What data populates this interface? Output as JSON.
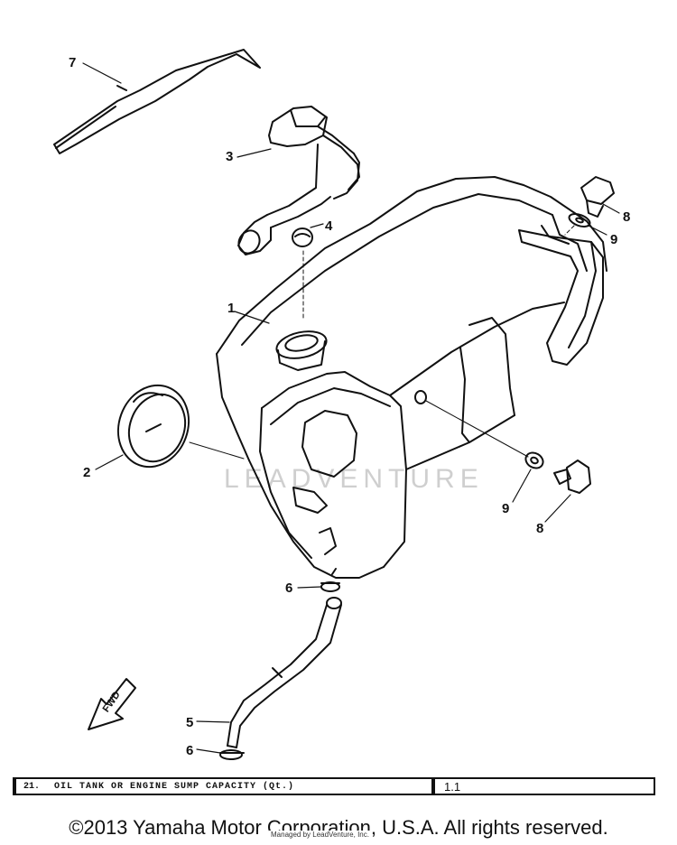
{
  "callouts": {
    "c1": "1",
    "c2": "2",
    "c3": "3",
    "c4": "4",
    "c5": "5",
    "c6a": "6",
    "c6b": "6",
    "c7": "7",
    "c8a": "8",
    "c8b": "8",
    "c9a": "9",
    "c9b": "9"
  },
  "fwd_label": "FWD",
  "watermark": "LEADVENTURE",
  "spec": {
    "number": "21.",
    "label": "OIL TANK OR ENGINE SUMP CAPACITY (Qt.)",
    "value": "1.1"
  },
  "copyright": "©2013 Yamaha Motor Corporation, U.S.A. All rights reserved.",
  "credit": "Managed by LeadVenture, Inc."
}
